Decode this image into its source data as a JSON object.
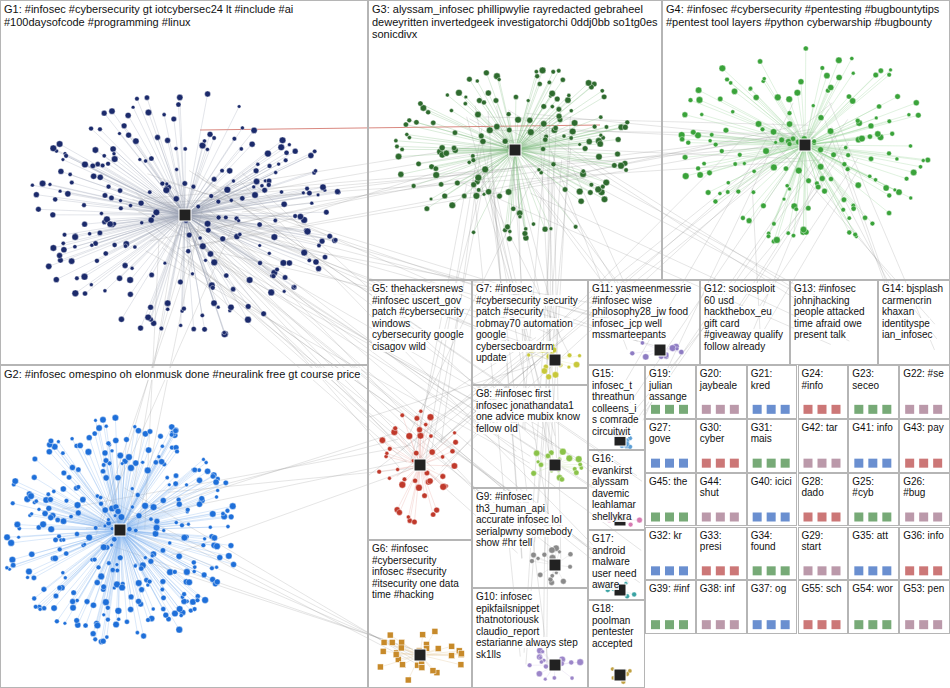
{
  "diagram": {
    "nodes": [
      {
        "text": [
          "G1: #infosec #cybersecurity gt iotcybersec24 lt #include #ai #100daysofcode #programming #linux"
        ]
      },
      {
        "text": [
          "G3: alyssam_infosec phillipwylie rayredacted gebraheel deweyritten invertedgeek investigatorchi 0ddj0bb so1tg0es sonicdivx"
        ]
      },
      {
        "text": [
          "G4: #infosec #cybersecurity #pentesting #bugbountytips #pentest tool layers #python cyberwarship #bugbounty"
        ]
      },
      {
        "text": [
          "G2: #infosec omespino oh elonmusk done #neuralink free gt course price"
        ]
      },
      {
        "text": [
          "G5: thehackersnews #infosec uscert_gov patch #cybersecurity windows cybersecurity google cisagov wild"
        ]
      },
      {
        "text": [
          "G7: #infosec #cybersecurity security patch #security robmay70 automation google cybersecboardrm update"
        ]
      },
      {
        "text": [
          "G11: yasmeenmessrie #infosec wise philosophy28_jw food infosec_jcp well mssmarteepants"
        ]
      },
      {
        "text": [
          "G12: sociosploit 60 usd hackthebox_eu gift card #giveaway qualify follow already"
        ]
      },
      {
        "text": [
          "G13: #infosec johnjhacking people attacked time afraid owe present talk"
        ]
      },
      {
        "text": [
          "G14: bjsplash carmencrin khaxan identityspe ian_infosec"
        ]
      },
      {
        "text": [
          "G8: #infosec first infosec jonathandata1 one advice mubix know fellow old"
        ]
      },
      {
        "text": [
          "G15: infosec_t threathun colleens_is comrade circuitwit"
        ]
      },
      {
        "text": [
          "G16: evankirst alyssam davemic leahlamar shellykra"
        ]
      },
      {
        "text": [
          "G9: #infosec th3_human_api accurate infosec lol serialpwny somebody show #hr tell"
        ]
      },
      {
        "text": [
          "G17: android malware user need aware"
        ]
      },
      {
        "text": [
          "G6: #infosec #cybersecurity infosec #security #itsecurity one data time #hacking"
        ]
      },
      {
        "text": [
          "G10: infosec epikfailsnippet thatnotoriousk claudio_report estarianne always step sk1lls"
        ]
      },
      {
        "text": [
          "G18: poolman pentester accepted"
        ]
      },
      {
        "text": [
          "G19: julian assange"
        ]
      },
      {
        "text": [
          "G20: jaybeale"
        ]
      },
      {
        "text": [
          "G21: kred"
        ]
      },
      {
        "text": [
          "G24: #info"
        ]
      },
      {
        "text": [
          "G23: seceo"
        ]
      },
      {
        "text": [
          "G22: #se"
        ]
      },
      {
        "text": [
          "G27: gove"
        ]
      },
      {
        "text": [
          "G30: cyber"
        ]
      },
      {
        "text": [
          "G31: mais"
        ]
      },
      {
        "text": [
          "G42: tar"
        ]
      },
      {
        "text": [
          "G41: info"
        ]
      },
      {
        "text": [
          "G43: pay"
        ]
      },
      {
        "text": [
          "G45: the"
        ]
      },
      {
        "text": [
          "G44: shut"
        ]
      },
      {
        "text": [
          "G40: icici"
        ]
      },
      {
        "text": [
          "G28: dado"
        ]
      },
      {
        "text": [
          "G25: #cyb"
        ]
      },
      {
        "text": [
          "G26: #bug"
        ]
      },
      {
        "text": [
          "G32: kr"
        ]
      },
      {
        "text": [
          "G33: presi"
        ]
      },
      {
        "text": [
          "G34: found"
        ]
      },
      {
        "text": [
          "G29: start"
        ]
      },
      {
        "text": [
          "G35: att"
        ]
      },
      {
        "text": [
          "G36: info"
        ]
      },
      {
        "text": [
          "G39: #inf"
        ]
      },
      {
        "text": [
          "G38: inf"
        ]
      },
      {
        "text": [
          "G37: og"
        ]
      },
      {
        "text": [
          "G55: sch"
        ]
      },
      {
        "text": [
          "G54: wor"
        ]
      },
      {
        "text": [
          "G53: pen"
        ]
      }
    ]
  }
}
